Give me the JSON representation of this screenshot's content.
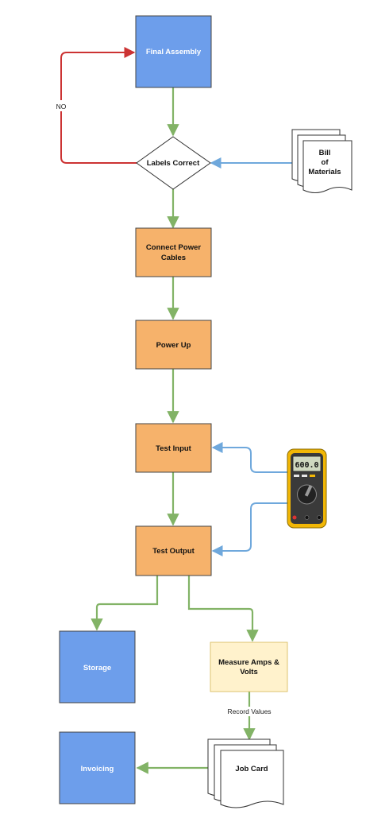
{
  "nodes": {
    "final_assembly": "Final Assembly",
    "labels_correct": "Labels Correct",
    "bill_of_materials": [
      "Bill",
      "of",
      "Materials"
    ],
    "connect_power_cables": [
      "Connect Power",
      "Cables"
    ],
    "power_up": "Power Up",
    "test_input": "Test Input",
    "test_output": "Test Output",
    "storage": "Storage",
    "measure_amps_volts": [
      "Measure Amps &",
      "Volts"
    ],
    "invoicing": "Invoicing",
    "job_card": "Job Card"
  },
  "multimeter": {
    "display": "600.0",
    "icon": "multimeter-icon"
  },
  "edge_labels": {
    "no": "NO",
    "record_values": "Record Values"
  },
  "colors": {
    "blue_box": "#6d9eeb",
    "orange_box": "#f6b26b",
    "yellow_box": "#fff2cc",
    "green_arrow": "#82b366",
    "blue_arrow": "#6fa8dc",
    "red_arrow": "#cc3333",
    "meter_yellow": "#f2b705"
  }
}
